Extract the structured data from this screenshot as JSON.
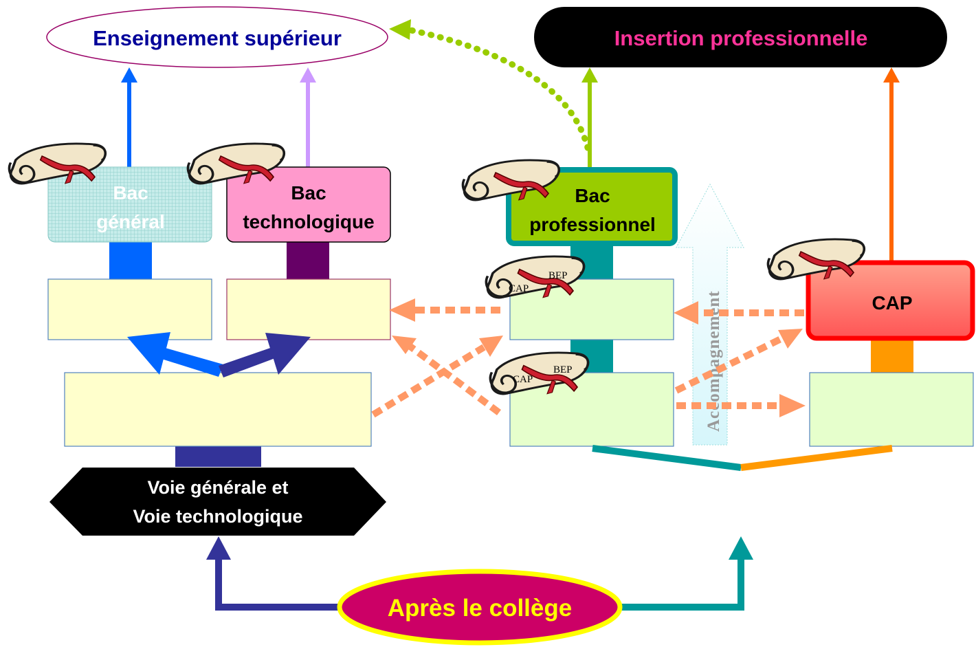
{
  "labels": {
    "enseignement_superieur": "Enseignement supérieur",
    "insertion_professionnelle": "Insertion professionnelle",
    "bac_general": [
      "Bac",
      "général"
    ],
    "bac_technologique": [
      "Bac",
      "technologique"
    ],
    "bac_professionnel": [
      "Bac",
      "professionnel"
    ],
    "cap_box": "CAP",
    "voie": [
      "Voie générale et",
      "Voie technologique"
    ],
    "apres_college": "Après le collège",
    "accompagnement": "Accompagnement",
    "diploma_cap": "CAP",
    "diploma_bep": "BEP"
  },
  "colors": {
    "title_blue": "#000099",
    "title_pink": "#ff3399",
    "apres_bg": "#cc0066",
    "apres_border": "#ffff00",
    "apres_text": "#ffff00",
    "general_arrow": "#0066ff",
    "techno_arrow": "#cc99ff",
    "pro_arrow": "#99cc00",
    "cap_arrow": "#ff6600",
    "teal": "#009999",
    "navy": "#333399",
    "dashed": "#ff9966",
    "dotted": "#99cc00",
    "bac_pro_fill": "#99cc00",
    "bac_techno_fill": "#ff99cc",
    "cap_fill": "#ff6666",
    "box_yellow": "#ffffcc",
    "box_green": "#e6ffcc"
  }
}
